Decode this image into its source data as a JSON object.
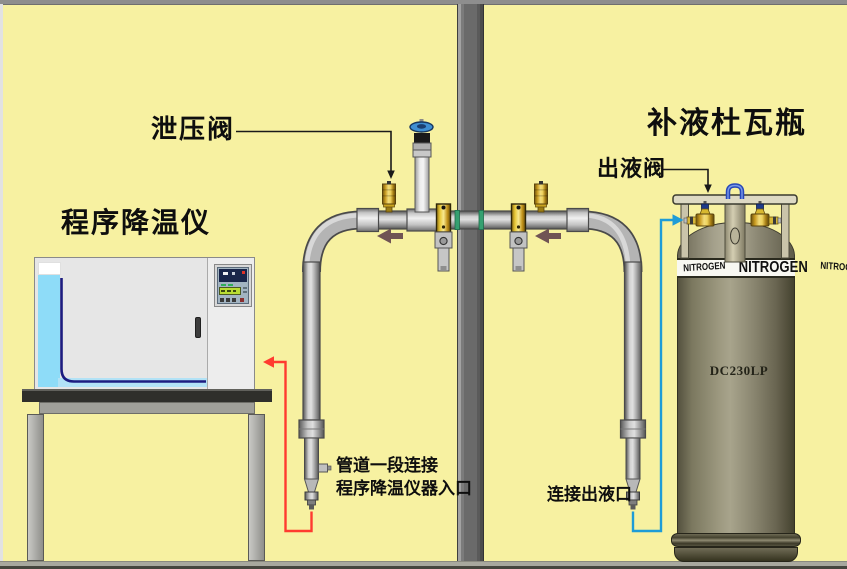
{
  "labels": {
    "relief_valve": "泄压阀",
    "cooling_instrument": "程序降温仪",
    "dewar_title": "补液杜瓦瓶",
    "outlet_valve": "出液阀",
    "pipe_note_line1": "管道一段连接",
    "pipe_note_line2": "程序降温仪器入口",
    "connect_outlet": "连接出液口"
  },
  "dewar": {
    "model": "DC230LP",
    "band_left": "NITROGEN",
    "band_center": "NITROGEN",
    "band_right": "NITROGEN"
  },
  "colors": {
    "background": "#f7f1a1",
    "supply_line_red": "#ff3b30",
    "supply_line_blue": "#1e9cd7",
    "flow_arrow": "#705454",
    "brass": "#e8c838",
    "pipe_gray": "#b4b4b4",
    "leader_line": "#1a1a1a"
  }
}
